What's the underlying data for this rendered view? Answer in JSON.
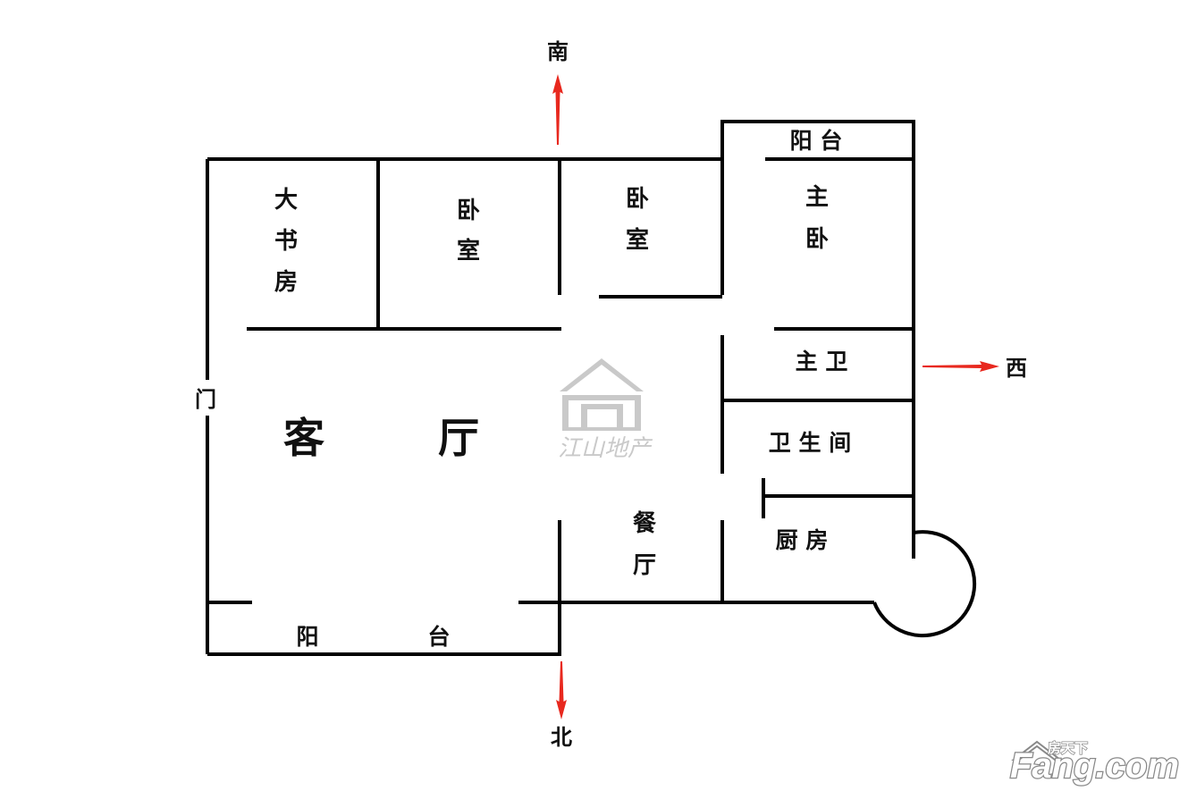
{
  "compass": {
    "south": "南",
    "north": "北",
    "west": "西",
    "door": "门",
    "arrow_color": "#e8281e"
  },
  "rooms": {
    "study": [
      "大",
      "书",
      "房"
    ],
    "bedroom1": [
      "卧",
      "室"
    ],
    "bedroom2": [
      "卧",
      "室"
    ],
    "master_bedroom": [
      "主",
      "卧"
    ],
    "balcony_top": "阳 台",
    "master_bath": "主 卫",
    "bathroom": "卫 生 间",
    "kitchen": "厨 房",
    "living_room": [
      "客",
      "厅"
    ],
    "dining_room": [
      "餐",
      "厅"
    ],
    "balcony_bottom": [
      "阳",
      "台"
    ]
  },
  "logo": {
    "text": "江山地产",
    "icon": "house-icon",
    "color": "#c9c9c9"
  },
  "watermark": {
    "text": "Fang.com",
    "subtext": "房天下",
    "icon": "fang-logo-icon"
  }
}
